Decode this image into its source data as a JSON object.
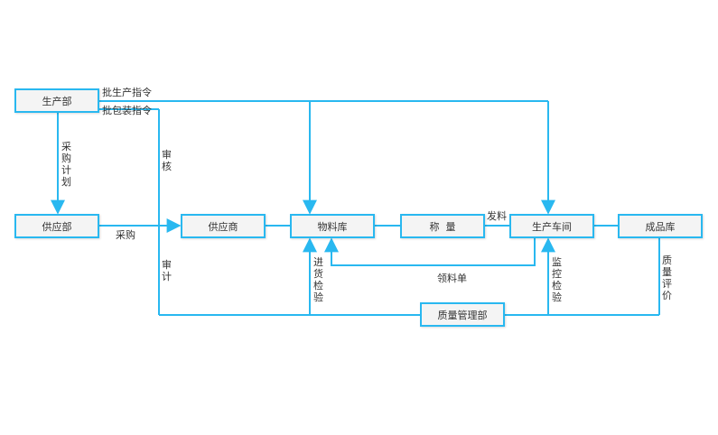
{
  "nodes": {
    "production": "生产部",
    "supply": "供应部",
    "supplier": "供应商",
    "warehouse": "物料库",
    "weigh": "称  量",
    "workshop": "生产车间",
    "finished": "成品库",
    "quality": "质量管理部"
  },
  "labels": {
    "batch_production_order": "批生产指令",
    "batch_packaging_order": "批包装指令",
    "purchase_plan": "采购计划",
    "review": "审核",
    "purchase": "采购",
    "audit": "审计",
    "issue_material": "发料",
    "incoming_inspection": "进货检验",
    "requisition": "领料单",
    "monitor_inspection": "监控检验",
    "quality_evaluation": "质量评价"
  },
  "colors": {
    "line": "#29b8f0",
    "node_fill": "#f4f4f4",
    "text": "#333333"
  }
}
